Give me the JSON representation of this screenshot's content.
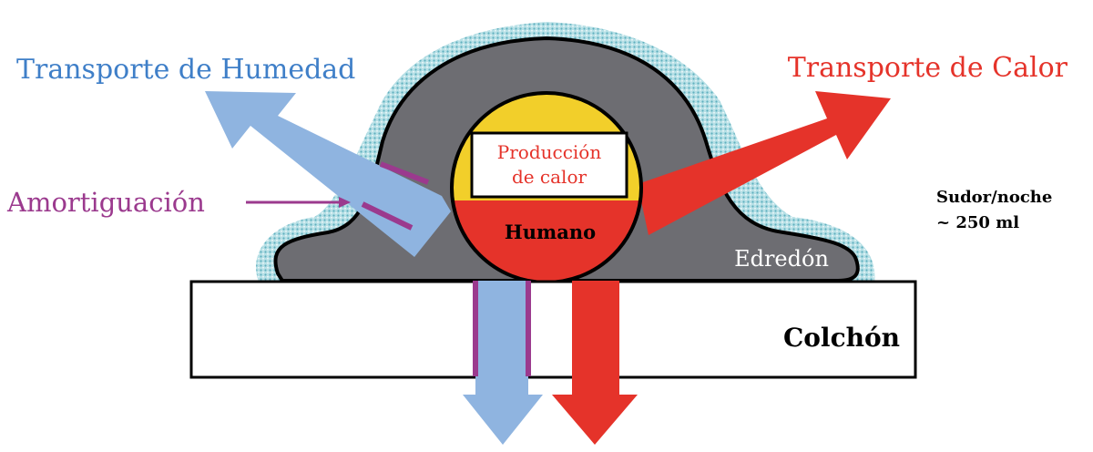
{
  "labels": {
    "moisture_transport": "Transporte de Humedad",
    "heat_transport": "Transporte de Calor",
    "damping": "Amortiguación",
    "heat_production_line1": "Producción",
    "heat_production_line2": "de calor",
    "human": "Humano",
    "duvet": "Edredón",
    "mattress": "Colchón",
    "sweat_line1": "Sudor/noche",
    "sweat_line2": "~ 250 ml"
  },
  "colors": {
    "moisture": "#3f7fc8",
    "moisture_arrow": "#8fb4e0",
    "heat": "#e5332a",
    "damping": "#9b3a8e",
    "duvet": "#6d6d72",
    "duvet_dots": "#9fd1da",
    "heat_zone": "#f2cf2a",
    "outline": "#000000"
  }
}
